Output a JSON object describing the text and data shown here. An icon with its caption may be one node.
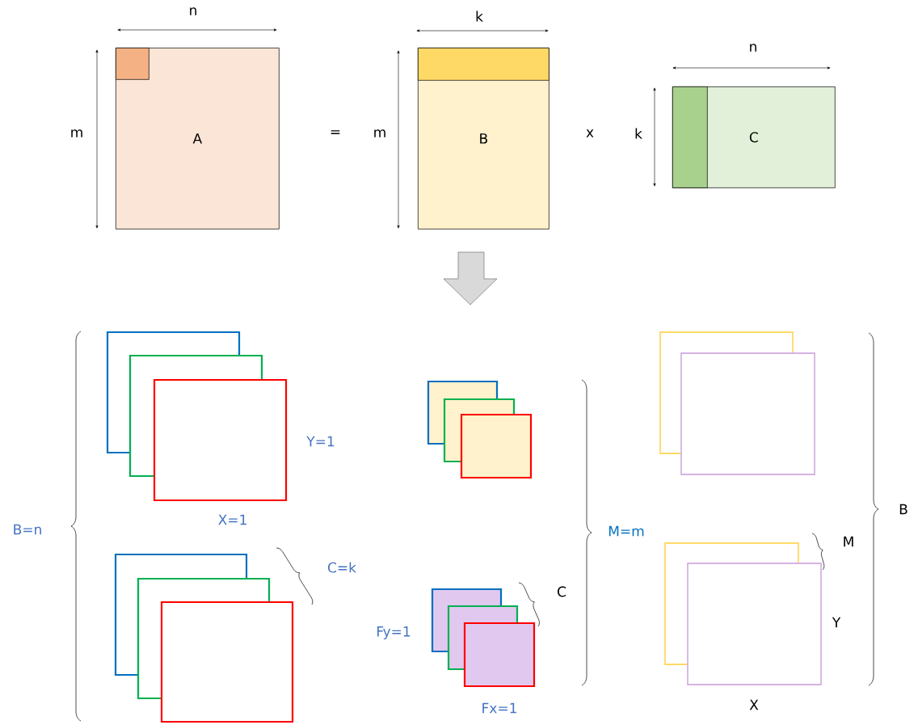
{
  "diagram": {
    "nodes": [
      {
        "text": [
          "A"
        ]
      },
      {
        "text": [],
        "shape": "box",
        "in": 0
      },
      {
        "text": [
          "B"
        ]
      },
      {
        "text": [],
        "shape": "box",
        "in": 2
      },
      {
        "text": [
          "C"
        ]
      },
      {
        "text": [],
        "shape": "box",
        "in": 4
      }
    ],
    "labels": [
      "n",
      "k",
      "n",
      "m",
      "=",
      "m",
      "x",
      "k",
      "Y=1",
      "X=1",
      "B=n",
      "M=m",
      "B",
      "M",
      "C=k",
      "C",
      "Y",
      "Fy=1",
      "Fx=1",
      "X"
    ]
  }
}
